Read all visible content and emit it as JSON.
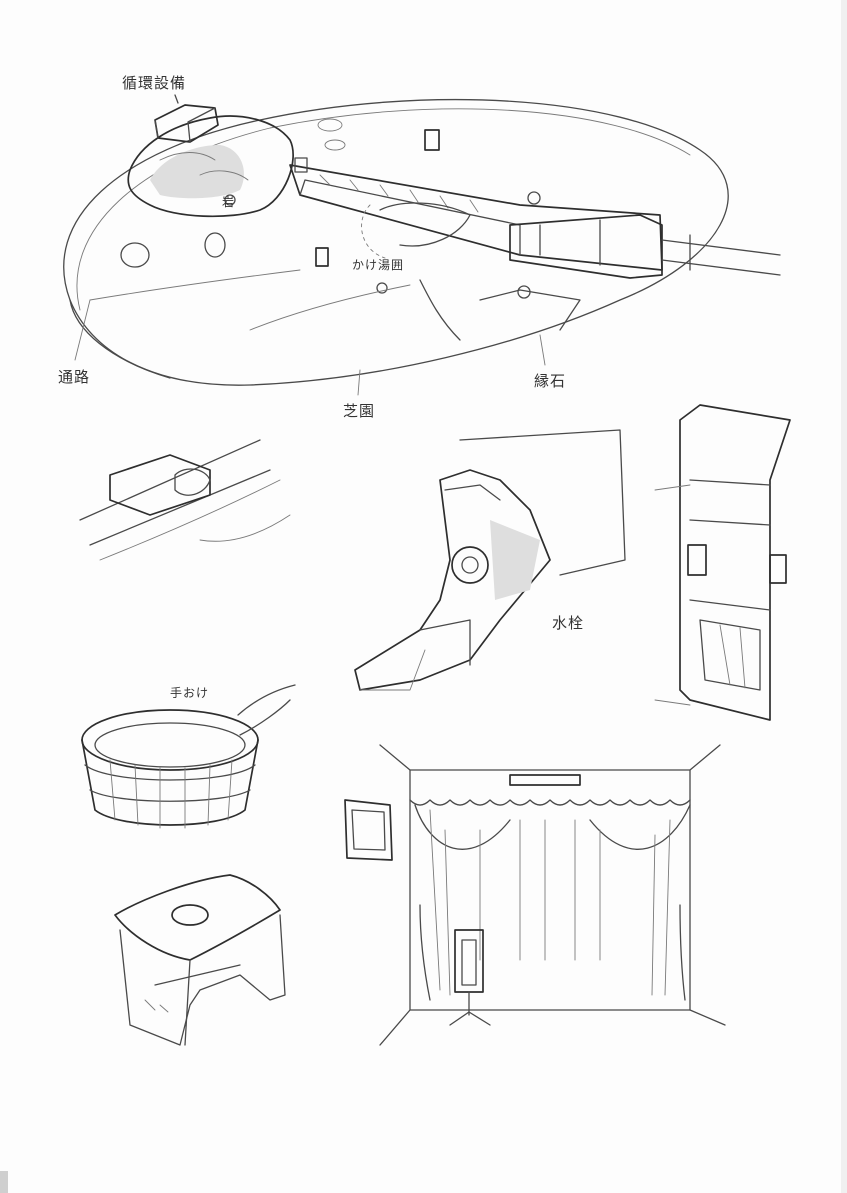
{
  "labels": {
    "recirculation_equipment": "循環設備",
    "rock": "岩",
    "water_inlet": "かけ湯囲",
    "passage": "通路",
    "lawn_area": "芝園",
    "seat_area": "縁石",
    "faucet": "水栓",
    "hand_bucket": "手おけ"
  },
  "icons": {
    "sketch": "pencil-sketch"
  }
}
